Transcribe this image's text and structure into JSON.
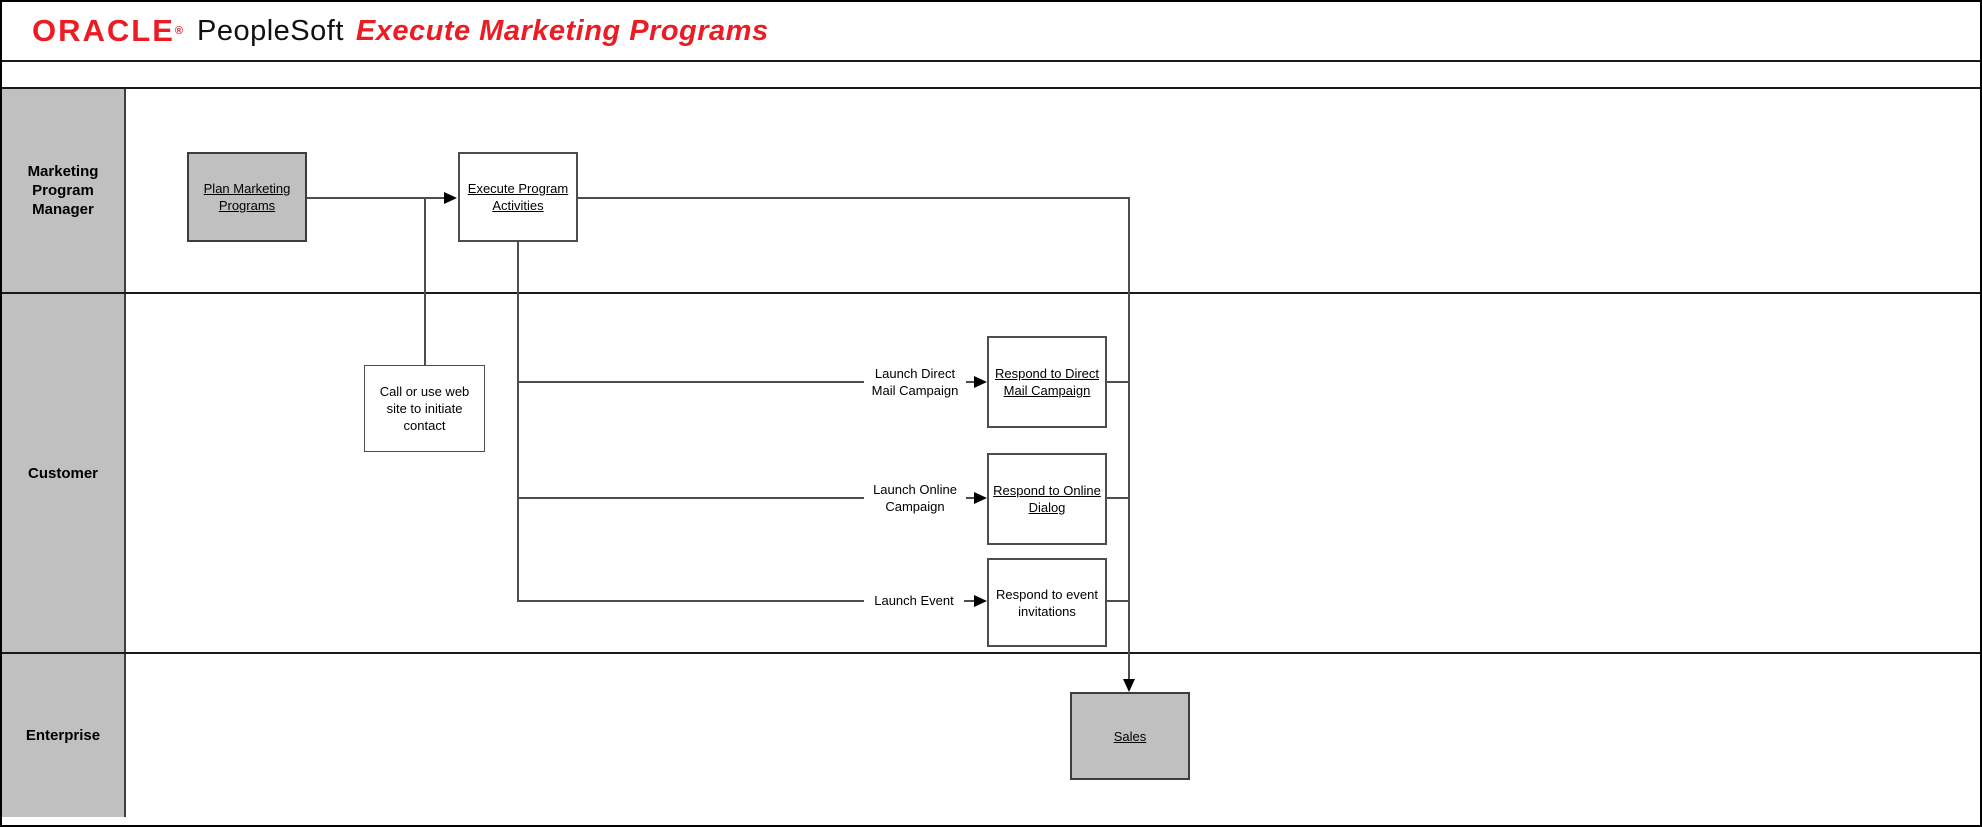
{
  "header": {
    "logo_text": "ORACLE",
    "registered_mark": "®",
    "product_name": "PeopleSoft",
    "page_title": "Execute Marketing Programs"
  },
  "lanes": [
    {
      "label": "Marketing Program Manager"
    },
    {
      "label": "Customer"
    },
    {
      "label": "Enterprise"
    }
  ],
  "nodes": {
    "plan_marketing": {
      "label": "Plan Marketing Programs",
      "style": "grey-link"
    },
    "execute_program": {
      "label": "Execute Program Activities",
      "style": "white-link"
    },
    "call_or_web": {
      "label": "Call or use web site to initiate contact",
      "style": "white-plain"
    },
    "respond_direct_mail": {
      "label": "Respond to Direct Mail Campaign",
      "style": "white-link"
    },
    "respond_online_dialog": {
      "label": "Respond to Online Dialog",
      "style": "white-link"
    },
    "respond_event": {
      "label": "Respond to event invitations",
      "style": "white-plain"
    },
    "sales": {
      "label": "Sales",
      "style": "grey-link"
    }
  },
  "edge_labels": {
    "launch_direct_mail": "Launch Direct Mail Campaign",
    "launch_online": "Launch Online Campaign",
    "launch_event": "Launch Event"
  },
  "colors": {
    "oracle_red": "#ED1C24",
    "node_fill_grey": "#C0C0C0",
    "lane_label_grey": "#C0C0C0",
    "line_grey": "#4D4D4D",
    "border_black": "#000000"
  }
}
